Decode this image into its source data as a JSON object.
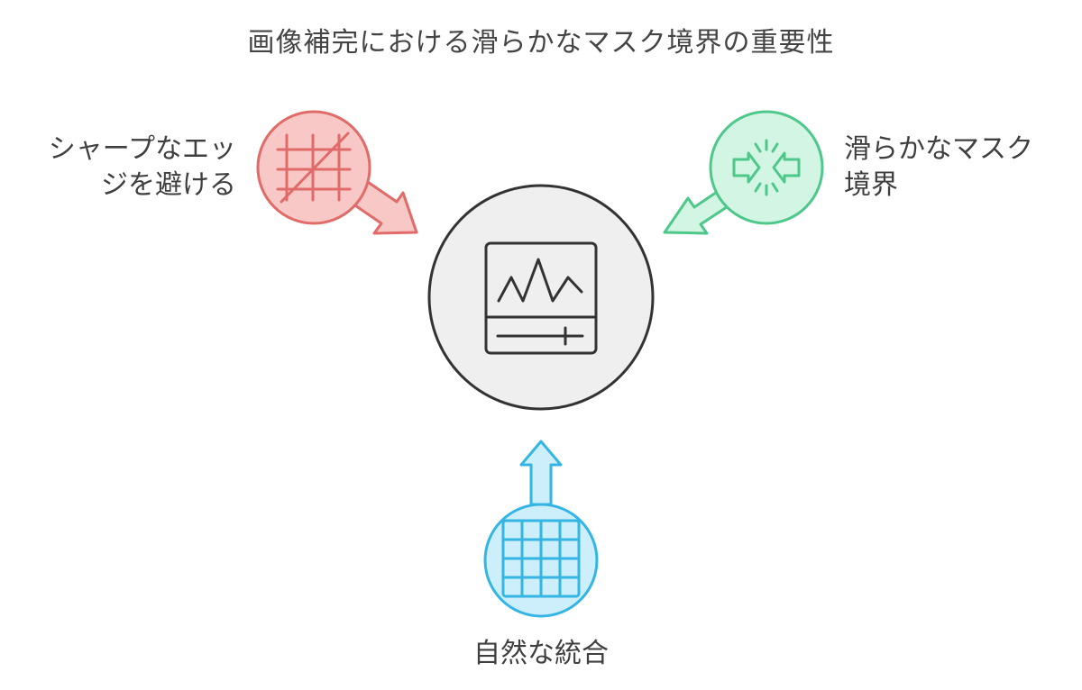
{
  "title": "画像補完における滑らかなマスク境界の重要性",
  "nodes": {
    "left": {
      "label_lines": [
        "シャープなエッ",
        "ジを避ける"
      ],
      "icon": "cross-hatch-slash-icon",
      "fill": "#f7c8c6",
      "stroke": "#e06b68"
    },
    "right": {
      "label_lines": [
        "滑らかなマスク",
        "境界"
      ],
      "icon": "compress-arrows-icon",
      "fill": "#d3f5e3",
      "stroke": "#4ec88a"
    },
    "bottom": {
      "label_lines": [
        "自然な統合"
      ],
      "icon": "grid-mesh-icon",
      "fill": "#cdeffb",
      "stroke": "#34b5e3"
    },
    "center": {
      "icon": "waveform-monitor-icon",
      "fill": "#efefef",
      "stroke": "#333333"
    }
  }
}
